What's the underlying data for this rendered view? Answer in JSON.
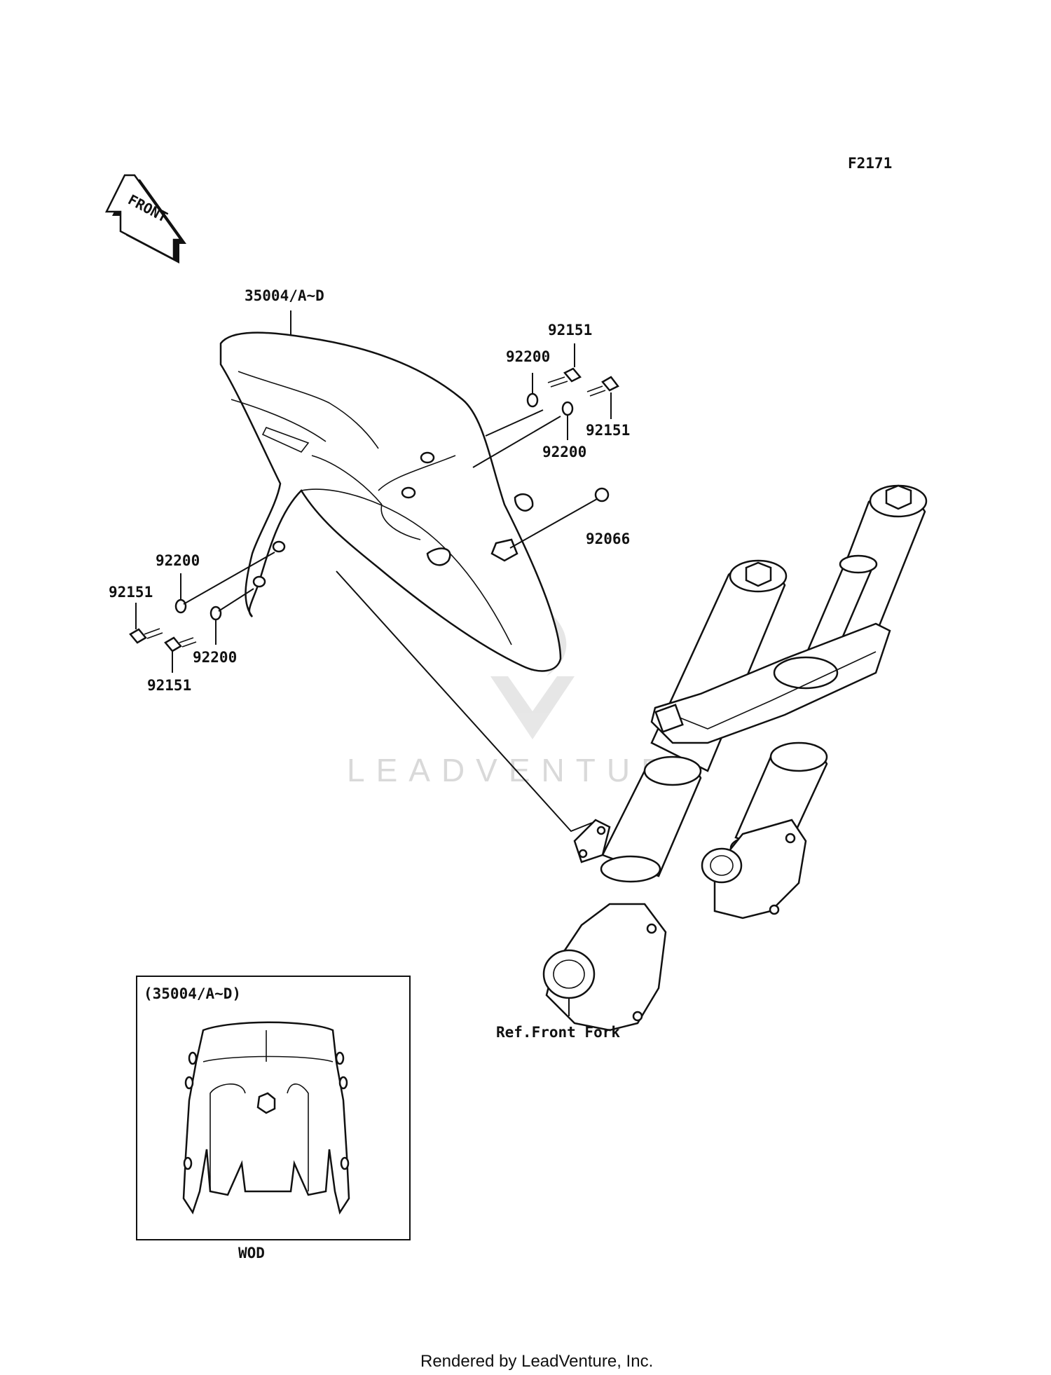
{
  "figure_code": "F2171",
  "front_arrow_label": "FRONT",
  "watermark": "LEADVENTURE",
  "labels": {
    "fender": "35004/A~D",
    "bolt_top_1": "92151",
    "washer_top_1": "92200",
    "bolt_top_2": "92151",
    "washer_top_2": "92200",
    "cap": "92066",
    "washer_left_1": "92200",
    "bolt_left_1": "92151",
    "washer_left_2": "92200",
    "bolt_left_2": "92151",
    "fork_ref": "Ref.Front Fork"
  },
  "inset": {
    "title": "(35004/A~D)",
    "caption": "WOD"
  },
  "footer": "Rendered by LeadVenture, Inc."
}
